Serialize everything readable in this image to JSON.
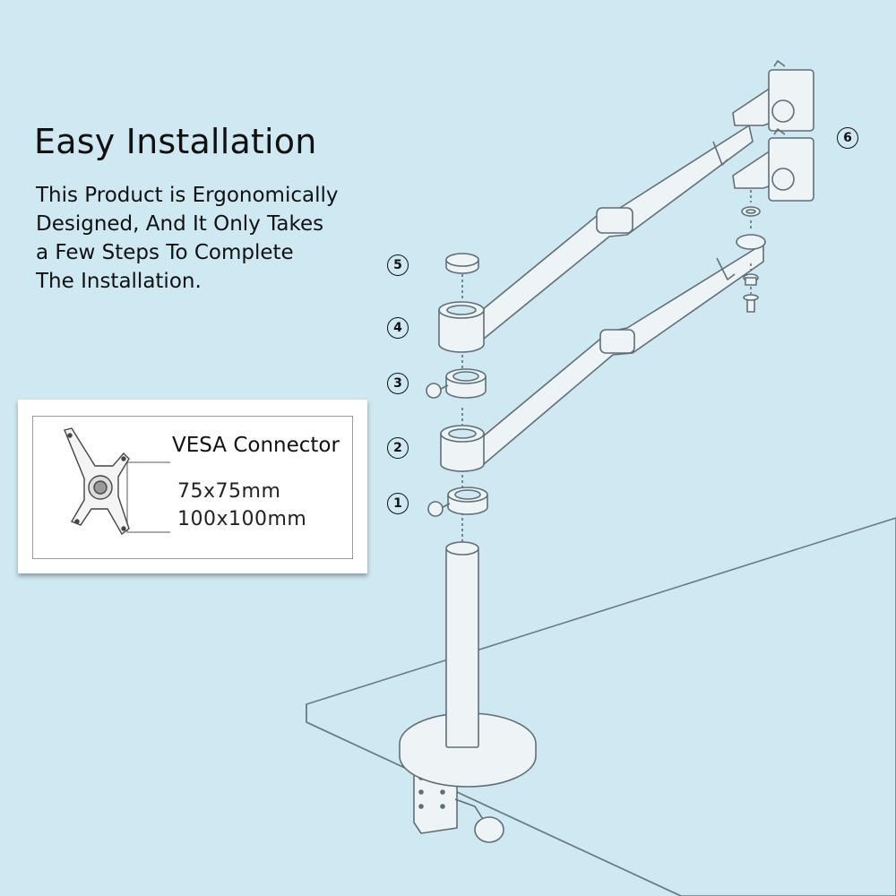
{
  "heading": "Easy Installation",
  "description": [
    "This Product is Ergonomically",
    "Designed, And It Only Takes",
    "a Few Steps To Complete",
    "The Installation."
  ],
  "vesa": {
    "title": "VESA Connector",
    "sizes": [
      "75x75mm",
      "100x100mm"
    ]
  },
  "steps": [
    "1",
    "2",
    "3",
    "4",
    "5",
    "6"
  ],
  "colors": {
    "background": "#cfe9f3",
    "line": "#6b7b82",
    "part": "#eef3f5"
  }
}
